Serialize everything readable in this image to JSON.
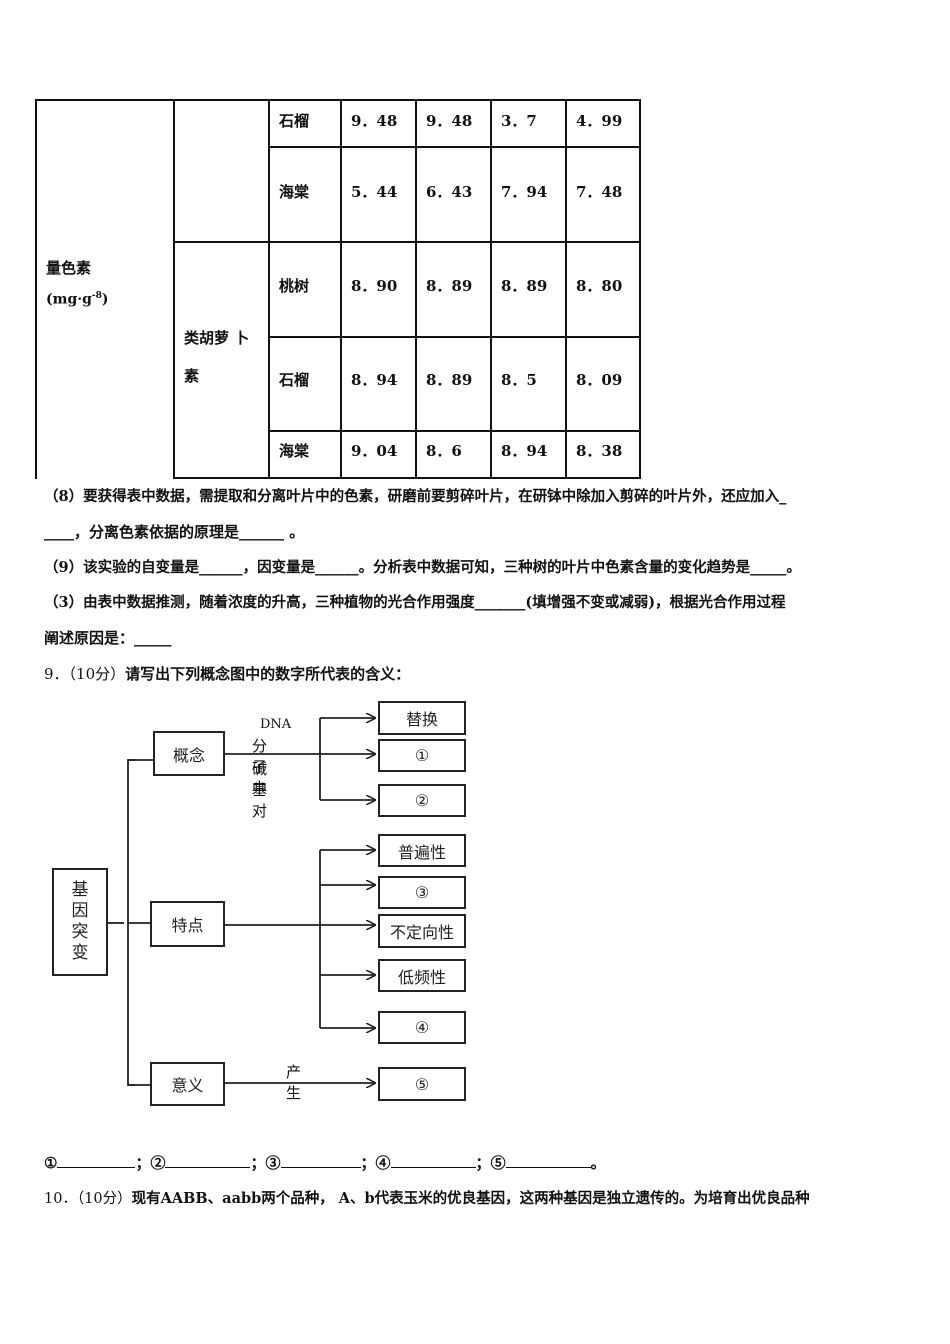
{
  "table": {
    "row_header": "量色素",
    "row_unit": "(mg·g",
    "row_unit_sup": "-8",
    "row_unit_close": ")",
    "group_label_line1": "类胡萝 卜",
    "group_label_line2": "素",
    "rows": [
      {
        "plant": "石榴",
        "v1": "9．48",
        "v2": "9．48",
        "v3": "3．7",
        "v4": "4．99"
      },
      {
        "plant": "海棠",
        "v1": "5．44",
        "v2": "6．43",
        "v3": "7．94",
        "v4": "7．48"
      },
      {
        "plant": "桃树",
        "v1": "8．90",
        "v2": "8．89",
        "v3": "8．89",
        "v4": "8．80"
      },
      {
        "plant": "石榴",
        "v1": "8．94",
        "v2": "8．89",
        "v3": "8．5",
        "v4": "8．09"
      },
      {
        "plant": "海棠",
        "v1": "9．04",
        "v2": "8．6",
        "v3": "8．94",
        "v4": "8．38"
      }
    ]
  },
  "questions": {
    "q8_line1": "（8）要获得表中数据，需提取和分离叶片中的色素，研磨前要剪碎叶片，在研钵中除加入剪碎的叶片外，还应加入_",
    "q8_line2": "____，分离色素依据的原理是______ 。",
    "q9": "（9）该实验的自变量是______，因变量是______。分析表中数据可知，三种树的叶片中色素含量的变化趋势是_____。",
    "q3_line1": "（3）由表中数据推测，随着浓度的升高，三种植物的光合作用强度_______(填增强不变或减弱)，根据光合作用过程",
    "q3_line2": "阐述原因是：_____",
    "item9_num": "9．（10分）",
    "item9_text": "请写出下列概念图中的数字所代表的含义：",
    "item10_num": "10．（10分）",
    "item10_text": "现有AABB、aabb两个品种， A、b代表玉米的优良基因，这两种基因是独立遗传的。为培育出优良品种"
  },
  "diagram": {
    "root": [
      "基",
      "因",
      "突",
      "变"
    ],
    "concept": "概念",
    "feature": "特点",
    "meaning": "意义",
    "edge_dna": "DNA",
    "edge_line2": "分子中",
    "edge_line3": "碱基对",
    "edge_produce": "产生",
    "c1": "替换",
    "c2": "①",
    "c3": "②",
    "f1": "普遍性",
    "f2": "③",
    "f3": "不定向性",
    "f4": "低频性",
    "f5": "④",
    "m1": "⑤"
  },
  "answers": {
    "a1": "①",
    "a2": "②",
    "a3": "③",
    "a4": "④",
    "a5": "⑤",
    "sep": "；",
    "end": "。"
  }
}
